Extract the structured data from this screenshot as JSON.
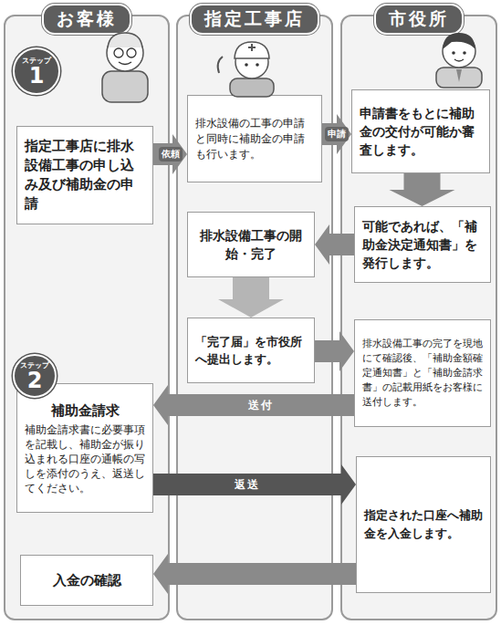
{
  "diagram": {
    "nodes": [
      {
        "text": [
          "お客様"
        ]
      },
      {
        "text": [
          "指定工事店"
        ]
      },
      {
        "text": [
          "市役所"
        ]
      },
      {
        "text": [
          "ステップ",
          "1"
        ],
        "in": 0
      },
      {
        "text": [
          "指定工事店に排水設備工事の申し込み及び補助金の申請"
        ],
        "in": 0
      },
      {
        "text": [
          "排水設備の工事の申請と同時に補助金の申請も行います。"
        ],
        "in": 1
      },
      {
        "text": [
          "申請書をもとに補助金の交付が可能か審査します。"
        ],
        "in": 2
      },
      {
        "text": [
          "可能であれば、「補助金決定通知書」を発行します。"
        ],
        "in": 2
      },
      {
        "text": [
          "排水設備工事の開始・完了"
        ],
        "in": 1
      },
      {
        "text": [
          "「完了届」を市役所へ提出します。"
        ],
        "in": 1
      },
      {
        "text": [
          "排水設備工事の完了を現地にて確認後、「補助金額確定通知書」と「補助金請求書」の記載用紙をお客様に送付します。"
        ],
        "in": 2
      },
      {
        "text": [
          "ステップ",
          "2"
        ],
        "in": 0
      },
      {
        "text": [
          "補助金請求",
          "補助金請求書に必要事項を記載し、補助金が振り込まれる口座の通帳の写しを添付のうえ、返送してください。"
        ],
        "in": 0
      },
      {
        "text": [
          "指定された口座へ補助金を入金します。"
        ],
        "in": 2
      },
      {
        "text": [
          "入金の確認"
        ],
        "in": 0
      }
    ],
    "edges": [
      {
        "from": 4,
        "to": 5,
        "label": "依頼",
        "arrow": "to"
      },
      {
        "from": 5,
        "to": 6,
        "label": "申請",
        "arrow": "to"
      },
      {
        "from": 6,
        "to": 7,
        "arrow": "to"
      },
      {
        "from": 7,
        "to": 8,
        "arrow": "to"
      },
      {
        "from": 8,
        "to": 9,
        "arrow": "to"
      },
      {
        "from": 9,
        "to": 10,
        "arrow": "to"
      },
      {
        "from": 10,
        "to": 12,
        "label": "送付",
        "arrow": "to"
      },
      {
        "from": 12,
        "to": 13,
        "label": "返送",
        "arrow": "to"
      },
      {
        "from": 13,
        "to": 14,
        "arrow": "to"
      }
    ]
  }
}
